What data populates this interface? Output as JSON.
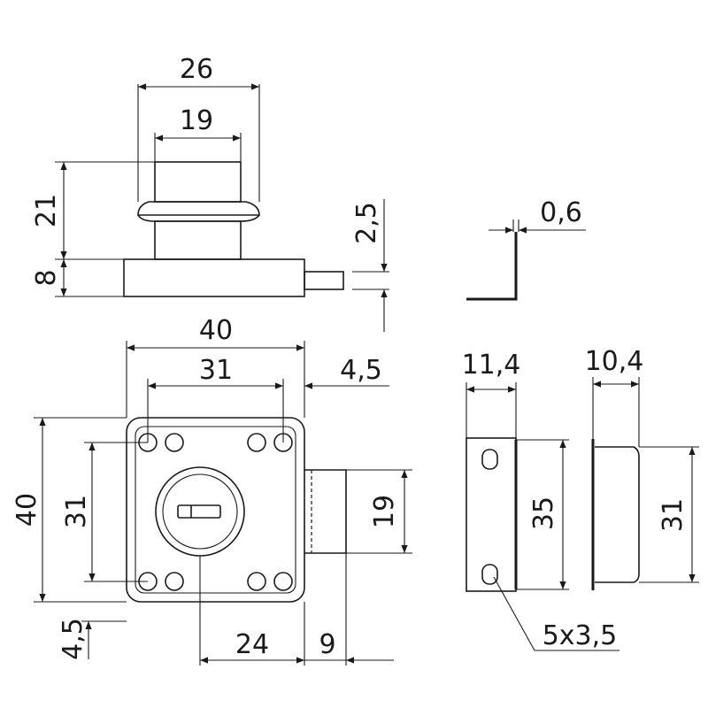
{
  "colors": {
    "ink": "#1a1a1a",
    "background": "#ffffff"
  },
  "top_view": {
    "dim_width_outer": "26",
    "dim_width_inner": "19",
    "dim_height_cylinder": "21",
    "dim_height_body": "8",
    "dim_bolt": "2,5"
  },
  "front_view": {
    "dim_width": "40",
    "dim_holes": "31",
    "dim_bolt_offset": "4,5",
    "dim_height": "40",
    "dim_height_holes": "31",
    "dim_bolt_height": "19",
    "dim_bottom_offset": "4,5",
    "dim_key_to_edge": "24",
    "dim_bolt_projection": "9"
  },
  "angle_detail": {
    "dim_thickness": "0,6"
  },
  "strike_plate": {
    "dim_width": "11,4",
    "dim_height": "35",
    "dim_hole": "5x3,5"
  },
  "side_plate": {
    "dim_width": "10,4",
    "dim_height": "31"
  }
}
